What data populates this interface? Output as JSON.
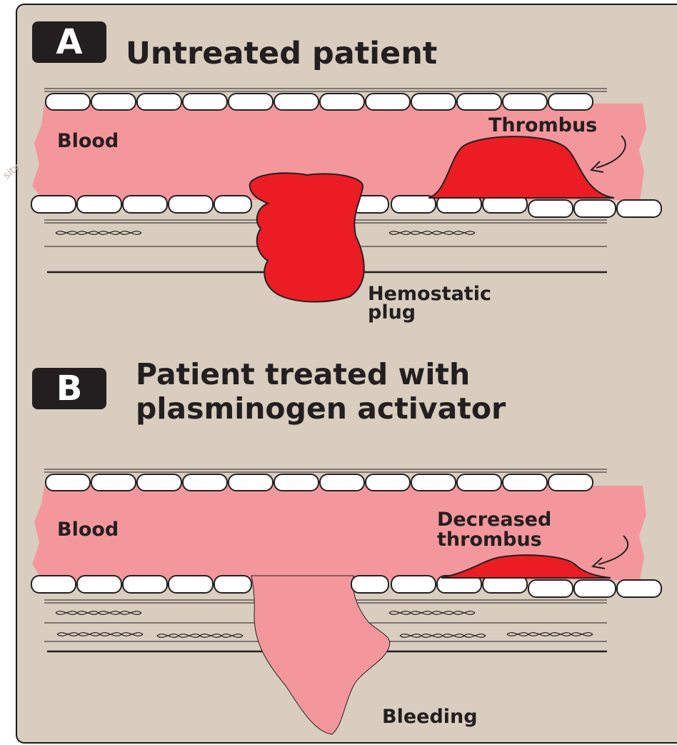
{
  "panel_a": {
    "badge": "A",
    "heading": "Untreated patient",
    "blood_label": "Blood",
    "thrombus_label": "Thrombus",
    "plug_label_line1": "Hemostatic",
    "plug_label_line2": "plug"
  },
  "panel_b": {
    "badge": "B",
    "heading_line1": "Patient treated with",
    "heading_line2": "plasminogen activator",
    "blood_label": "Blood",
    "thrombus_label_line1": "Decreased",
    "thrombus_label_line2": "thrombus",
    "bleeding_label": "Bleeding"
  },
  "watermark": "sity",
  "colors": {
    "background": "#d8cdbe",
    "blood": "#f4979c",
    "clot": "#ec1c24",
    "cell_fill": "#ffffff",
    "ink": "#231f20"
  }
}
